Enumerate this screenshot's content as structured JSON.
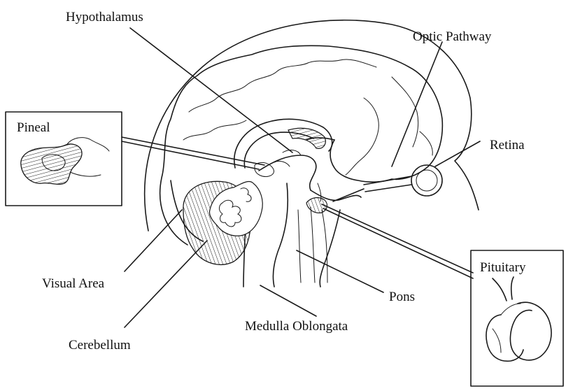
{
  "labels": {
    "hypothalamus": "Hypothalamus",
    "optic_pathway": "Optic Pathway",
    "pineal": "Pineal",
    "retina": "Retina",
    "pituitary": "Pituitary",
    "visual_area": "Visual Area",
    "pons": "Pons",
    "medulla_oblongata": "Medulla Oblongata",
    "cerebellum": "Cerebellum"
  }
}
